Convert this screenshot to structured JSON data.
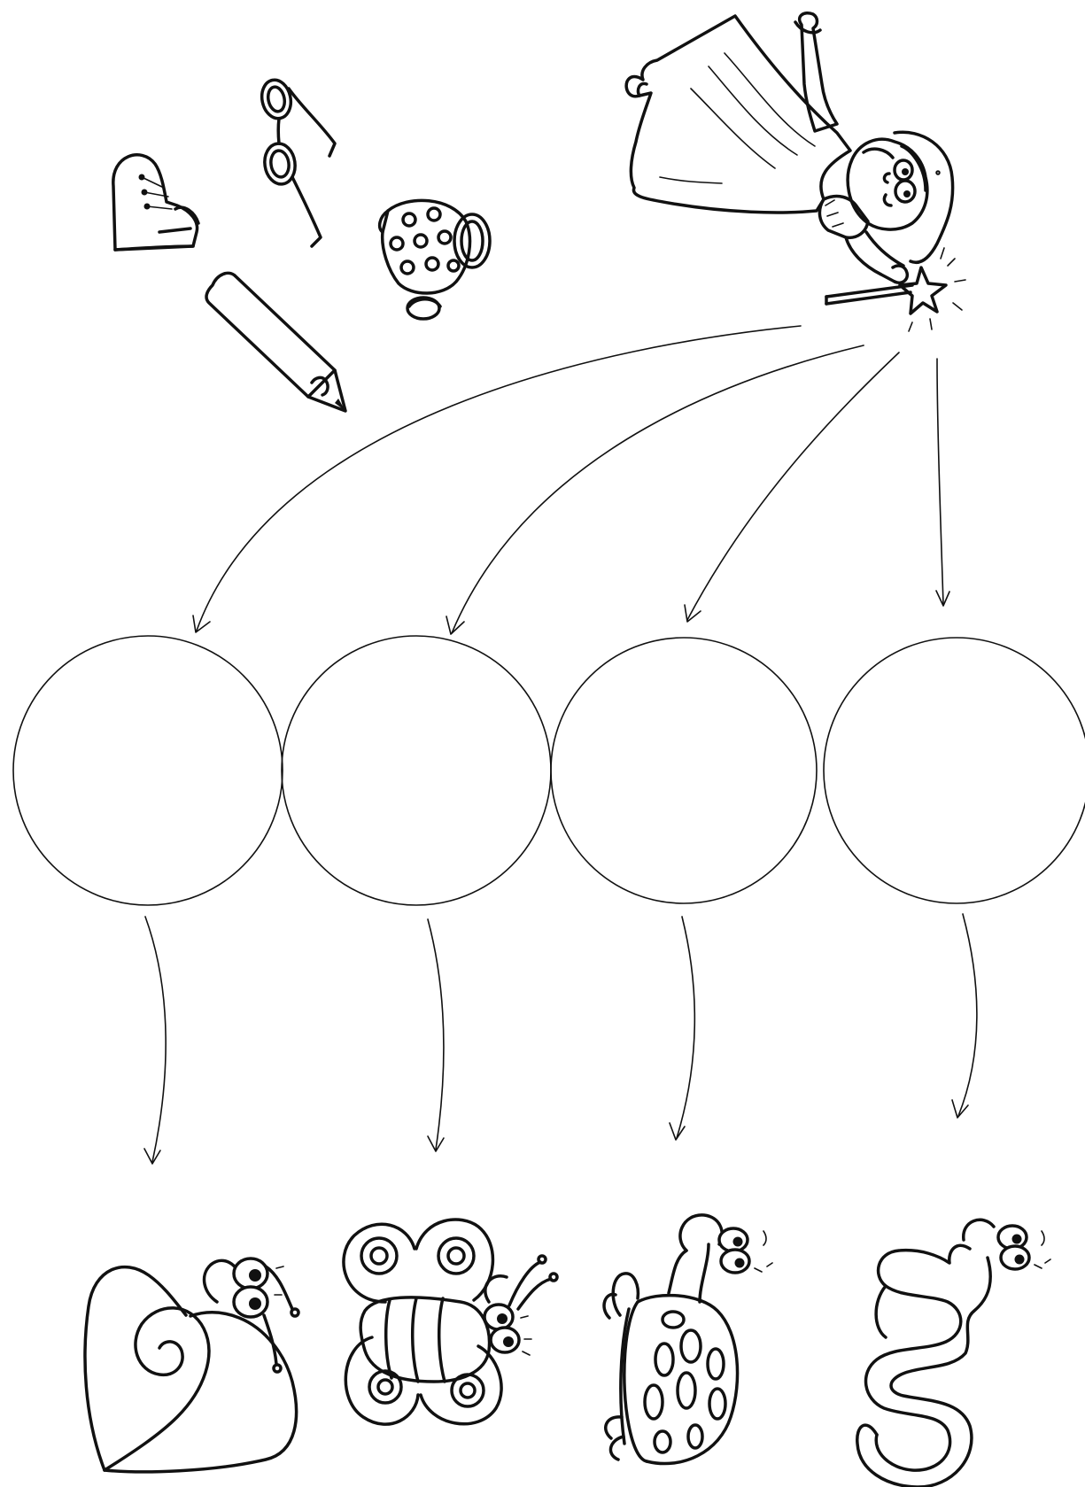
{
  "worksheet": {
    "kind": "matching-worksheet",
    "ink_color": "#111111",
    "paper_color": "#ffffff"
  },
  "objects": [
    {
      "icon": "mitten-icon"
    },
    {
      "icon": "glasses-icon"
    },
    {
      "icon": "teacup-icon"
    },
    {
      "icon": "pencil-icon"
    }
  ],
  "fairy": {
    "icon": "fairy-with-wand-icon"
  },
  "answer_circles": [
    {
      "id": "circle-1"
    },
    {
      "id": "circle-2"
    },
    {
      "id": "circle-3"
    },
    {
      "id": "circle-4"
    }
  ],
  "animals": [
    {
      "icon": "snail-icon"
    },
    {
      "icon": "butterfly-icon"
    },
    {
      "icon": "turtle-icon"
    },
    {
      "icon": "worm-icon"
    }
  ]
}
